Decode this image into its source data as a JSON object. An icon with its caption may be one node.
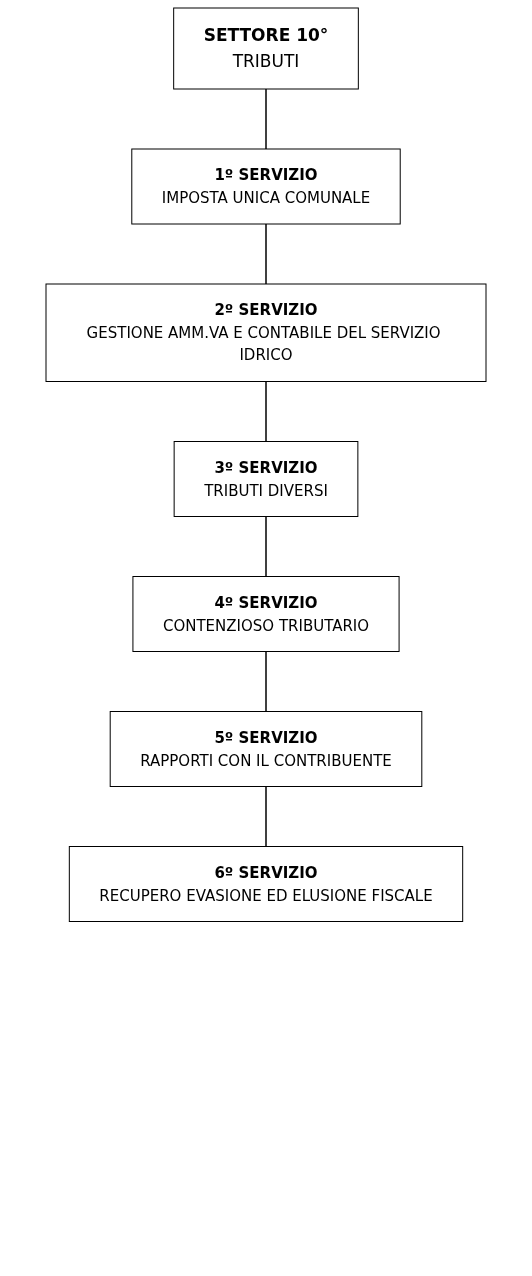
{
  "diagram": {
    "nodes": [
      {
        "text": [
          "SETTORE 10°",
          "TRIBUTI"
        ]
      },
      {
        "text": [
          "1º SERVIZIO",
          "IMPOSTA UNICA COMUNALE"
        ]
      },
      {
        "text": [
          "2º SERVIZIO",
          "GESTIONE AMM.VA E CONTABILE DEL SERVIZIO IDRICO"
        ]
      },
      {
        "text": [
          "3º SERVIZIO",
          "TRIBUTI DIVERSI"
        ]
      },
      {
        "text": [
          "4º SERVIZIO",
          "CONTENZIOSO TRIBUTARIO"
        ]
      },
      {
        "text": [
          "5º SERVIZIO",
          "RAPPORTI CON IL CONTRIBUENTE"
        ]
      },
      {
        "text": [
          "6º SERVIZIO",
          "RECUPERO EVASIONE ED ELUSIONE FISCALE"
        ]
      }
    ],
    "edges": [
      {
        "from": 0,
        "to": 1,
        "arrow": "none"
      },
      {
        "from": 1,
        "to": 2,
        "arrow": "none"
      },
      {
        "from": 2,
        "to": 3,
        "arrow": "none"
      },
      {
        "from": 3,
        "to": 4,
        "arrow": "none"
      },
      {
        "from": 4,
        "to": 5,
        "arrow": "none"
      },
      {
        "from": 5,
        "to": 6,
        "arrow": "none"
      }
    ]
  }
}
